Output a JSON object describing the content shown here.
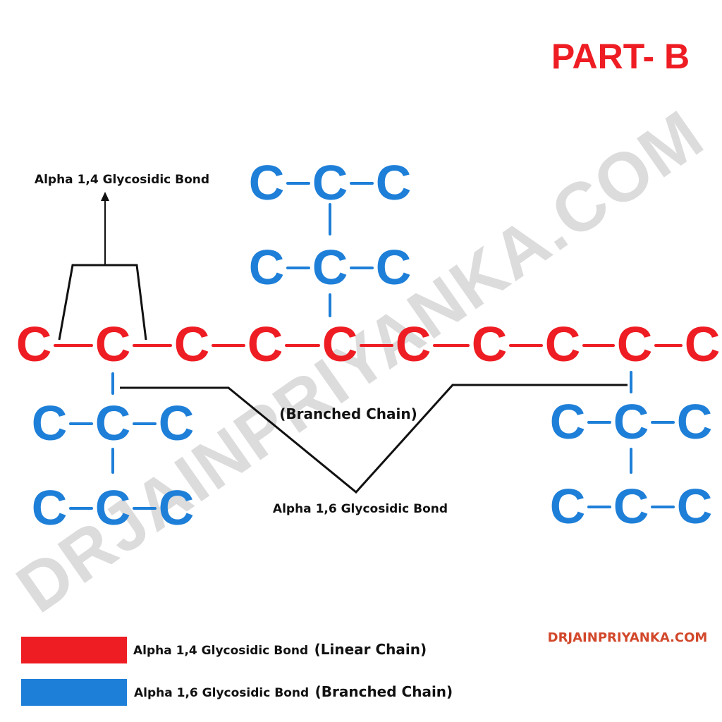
{
  "title": "PART- B",
  "watermark": "DRJAINPRIYANKA.COM",
  "site_label": "DRJAINPRIYANKA.COM",
  "atom_symbol": "C",
  "colors": {
    "linear_chain": "#ee1d23",
    "branched_chain": "#1e7fd8",
    "connector": "#111111",
    "watermark": "#dcdcdc",
    "site_label": "#d2472a"
  },
  "annotations": {
    "alpha14_top": "Alpha 1,4 Glycosidic Bond",
    "branched_chain": "(Branched Chain)",
    "alpha16": "Alpha 1,6 Glycosidic Bond"
  },
  "legend": [
    {
      "label": "Alpha 1,4 Glycosidic Bond",
      "suffix": "(Linear Chain)",
      "color": "#ee1d23"
    },
    {
      "label": "Alpha 1,6 Glycosidic Bond",
      "suffix": "(Branched Chain)",
      "color": "#1e7fd8"
    }
  ]
}
